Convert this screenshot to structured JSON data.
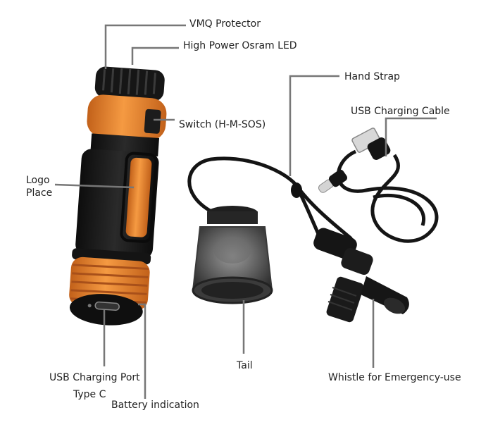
{
  "labels": {
    "vmq_protector": "VMQ Protector",
    "led": "High Power Osram LED",
    "hand_strap": "Hand Strap",
    "usb_cable": "USB Charging Cable",
    "switch": "Switch (H-M-SOS)",
    "logo_line1": "Logo",
    "logo_line2": "Place",
    "tail": "Tail",
    "usb_port_line1": "USB Charging Port",
    "usb_port_line2": "Type C",
    "battery": "Battery indication",
    "whistle": "Whistle for Emergency-use"
  },
  "colors": {
    "orange": "#f08a2c",
    "orange_dark": "#c2611a",
    "black": "#1c1c1c",
    "leader": "#777777"
  }
}
